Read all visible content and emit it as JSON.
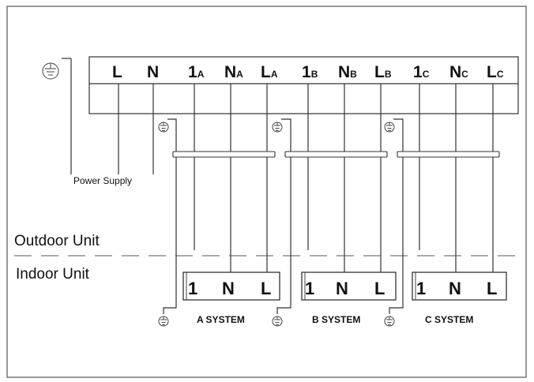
{
  "terminal_block": {
    "terminals": [
      {
        "main": "L",
        "sub": ""
      },
      {
        "main": "N",
        "sub": ""
      },
      {
        "main": "1",
        "sub": "A"
      },
      {
        "main": "N",
        "sub": "A"
      },
      {
        "main": "L",
        "sub": "A"
      },
      {
        "main": "1",
        "sub": "B"
      },
      {
        "main": "N",
        "sub": "B"
      },
      {
        "main": "L",
        "sub": "B"
      },
      {
        "main": "1",
        "sub": "C"
      },
      {
        "main": "N",
        "sub": "C"
      },
      {
        "main": "L",
        "sub": "C"
      }
    ]
  },
  "labels": {
    "power_supply": "Power Supply",
    "outdoor_unit": "Outdoor Unit",
    "indoor_unit": "Indoor Unit"
  },
  "systems": [
    {
      "name": "A SYSTEM",
      "terminals": [
        "1",
        "N",
        "L"
      ]
    },
    {
      "name": "B SYSTEM",
      "terminals": [
        "1",
        "N",
        "L"
      ]
    },
    {
      "name": "C SYSTEM",
      "terminals": [
        "1",
        "N",
        "L"
      ]
    }
  ],
  "icons": {
    "ground": "ground-icon"
  }
}
